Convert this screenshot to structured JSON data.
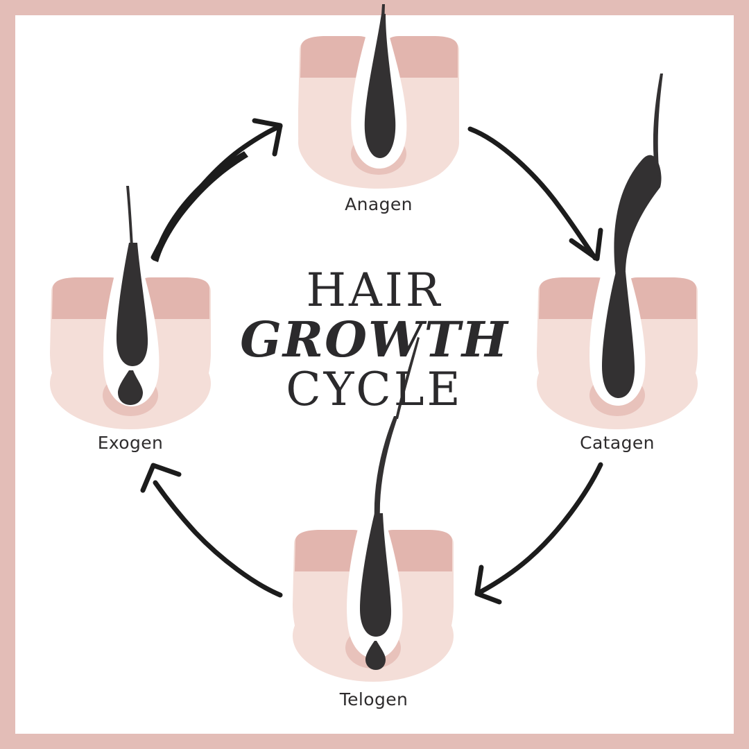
{
  "poster": {
    "title_lines": [
      "HAIR",
      "GROWTH",
      "CYCLE"
    ],
    "background_color": "#ffffff",
    "frame_color": "#e3bdb7",
    "text_color": "#2b2a2c",
    "arrow_color": "#1c1c1c"
  },
  "follicle_colors": {
    "skin_light": "#f4ded8",
    "skin_band": "#e2b5ae",
    "papilla": "#e8c2bb",
    "hair_dark": "#333132",
    "channel_white": "#ffffff"
  },
  "stages": [
    {
      "id": "anagen",
      "label": "Anagen",
      "position": "top",
      "description": "growth phase follicle with deep anchored bulb",
      "icon": "hair-follicle-anagen-icon"
    },
    {
      "id": "catagen",
      "label": "Catagen",
      "position": "right",
      "description": "transition phase follicle with long emerging hair shaft",
      "icon": "hair-follicle-catagen-icon"
    },
    {
      "id": "telogen",
      "label": "Telogen",
      "position": "bottom",
      "description": "resting phase follicle with detaching bulb fragment",
      "icon": "hair-follicle-telogen-icon"
    },
    {
      "id": "exogen",
      "label": "Exogen",
      "position": "left",
      "description": "shedding phase follicle with released hair strand",
      "icon": "hair-follicle-exogen-icon"
    }
  ],
  "arrows": [
    {
      "id": "arrow-exogen-to-anagen",
      "from": "Exogen",
      "to": "Anagen",
      "direction": "up-right"
    },
    {
      "id": "arrow-anagen-to-catagen",
      "from": "Anagen",
      "to": "Catagen",
      "direction": "down-right"
    },
    {
      "id": "arrow-catagen-to-telogen",
      "from": "Catagen",
      "to": "Telogen",
      "direction": "down-left"
    },
    {
      "id": "arrow-telogen-to-exogen",
      "from": "Telogen",
      "to": "Exogen",
      "direction": "up-left"
    }
  ]
}
